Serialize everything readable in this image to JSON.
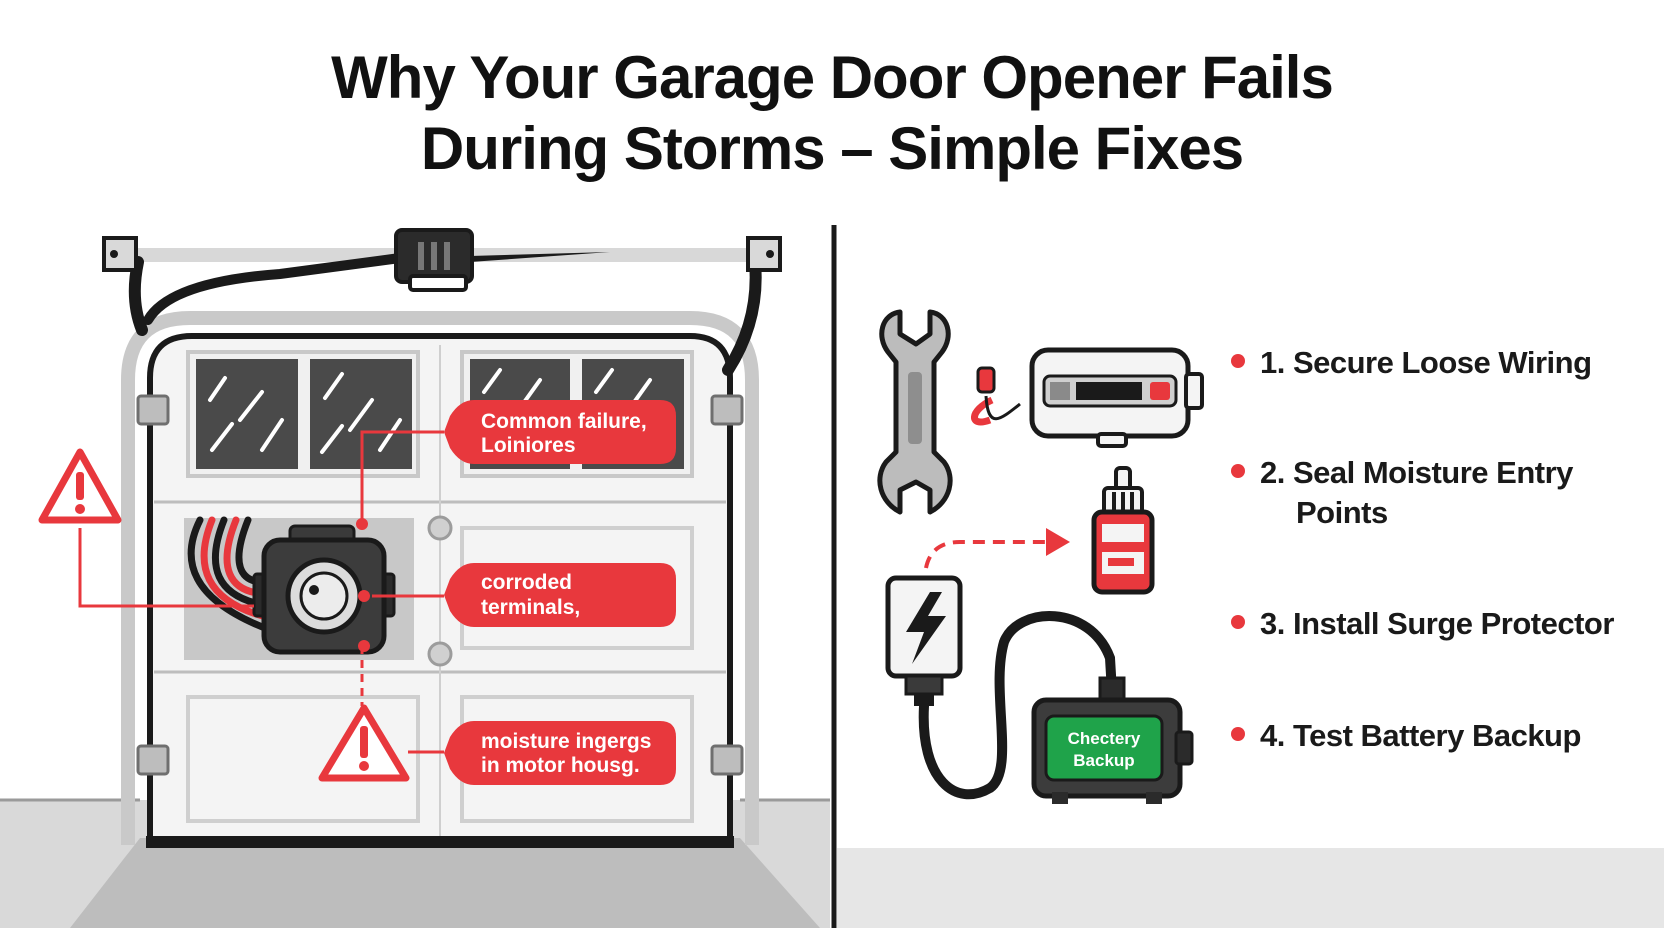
{
  "title": {
    "line1": "Why Your Garage Door Opener Fails",
    "line2": "During Storms – Simple Fixes"
  },
  "callouts": [
    {
      "line1": "Common failure,",
      "line2": "Loiniores"
    },
    {
      "line1": "corroded",
      "line2": "terminals,"
    },
    {
      "line1": "moisture ingergs",
      "line2": "in motor housg."
    }
  ],
  "fixes": [
    {
      "line1": "1. Secure Loose Wiring",
      "line2": ""
    },
    {
      "line1": "2. Seal Moisture Entry",
      "line2": "Points"
    },
    {
      "line1": "3. Install Surge Protector",
      "line2": ""
    },
    {
      "line1": "4. Test Battery Backup",
      "line2": ""
    }
  ],
  "battery_badge": {
    "line1": "Chectery",
    "line2": "Backup"
  },
  "colors": {
    "accent_red": "#e8383d",
    "badge_green": "#1fa34a",
    "ink": "#1a1a1a",
    "floor_gray": "#dcdcdc",
    "door_white": "#f7f7f7"
  },
  "icons": [
    "warning-triangle-icon",
    "wrench-icon",
    "sealant-bottle-icon",
    "plug-icon",
    "lightning-icon",
    "battery-icon"
  ]
}
